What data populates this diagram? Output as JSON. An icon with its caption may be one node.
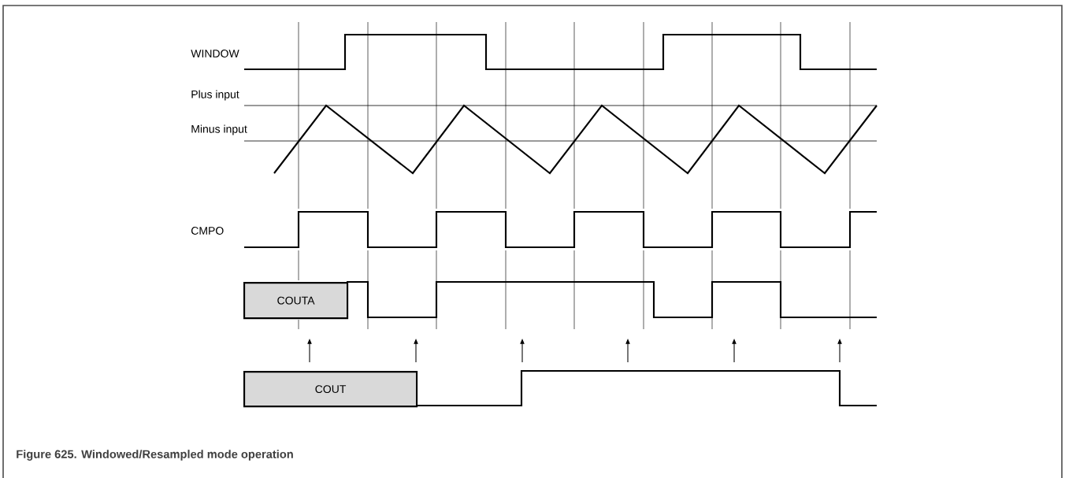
{
  "diagram": {
    "caption": "Figure 625.  Windowed/Resampled mode operation",
    "nodes": [
      {
        "text": [
          "COUTA"
        ]
      },
      {
        "text": [
          "COUT"
        ]
      }
    ],
    "labels": [
      "WINDOW",
      "Plus input",
      "Minus input",
      "CMPO"
    ]
  }
}
